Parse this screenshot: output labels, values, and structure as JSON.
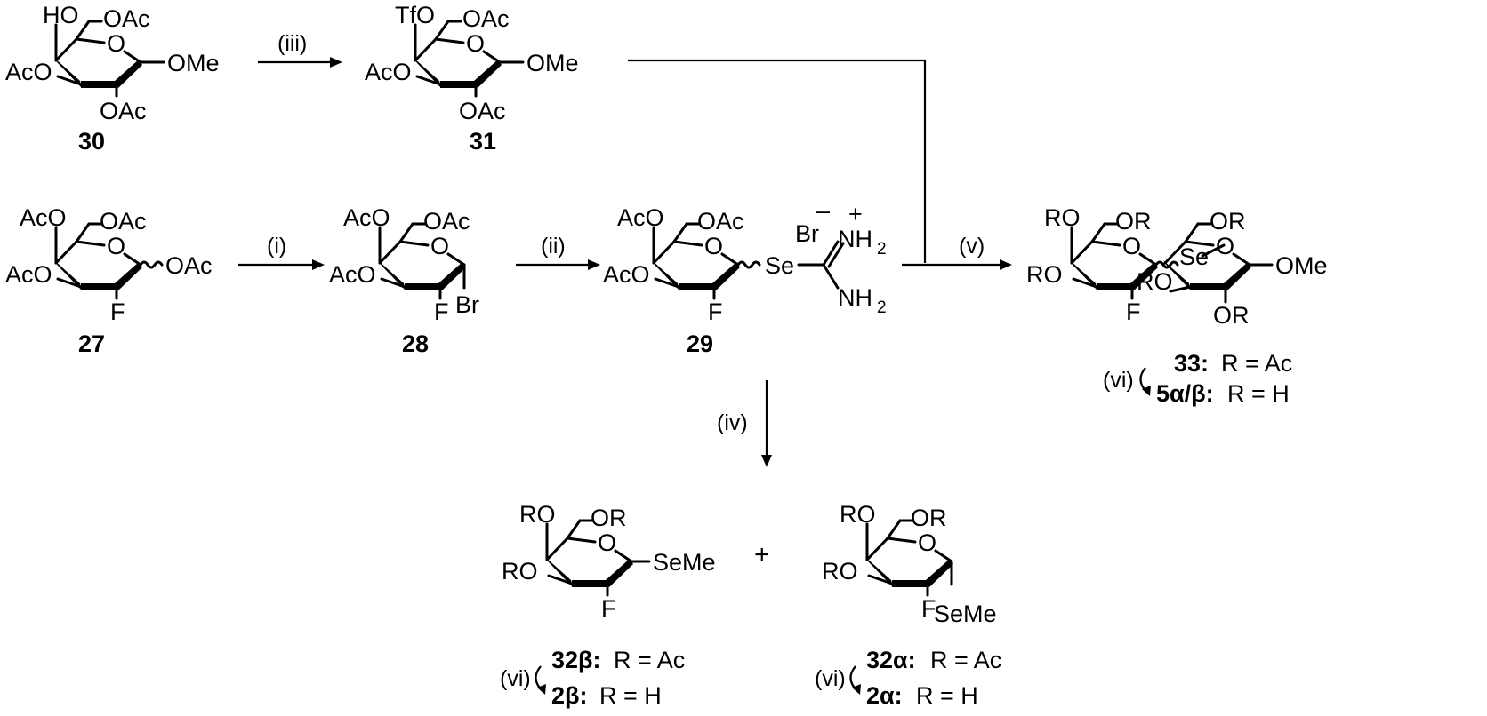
{
  "substituents": {
    "HO": "HO",
    "OAc": "OAc",
    "AcO": "AcO",
    "OMe": "OMe",
    "TfO": "TfO",
    "F": "F",
    "Br": "Br",
    "Se": "Se",
    "SeMe": "SeMe",
    "RO": "RO",
    "OR": "OR",
    "NH2": "NH",
    "sub2": "2",
    "bromide": "Br",
    "minus": "–",
    "plus_charge": "+"
  },
  "ring_oxygen": "O",
  "compounds": {
    "c30": "30",
    "c31": "31",
    "c27": "27",
    "c28": "28",
    "c29": "29",
    "c33": "33:",
    "c33_def": "R = Ac",
    "c5": "5α/β:",
    "c5_def": "R = H",
    "c32b": "32β:",
    "c32b_def": "R = Ac",
    "c2b": "2β:",
    "c2b_def": "R = H",
    "c32a": "32α:",
    "c32a_def": "R = Ac",
    "c2a": "2α:",
    "c2a_def": "R = H"
  },
  "reagents": {
    "i": "(i)",
    "ii": "(ii)",
    "iii": "(iii)",
    "iv": "(iv)",
    "v": "(v)",
    "vi": "(vi)"
  },
  "plus_sign": "+"
}
